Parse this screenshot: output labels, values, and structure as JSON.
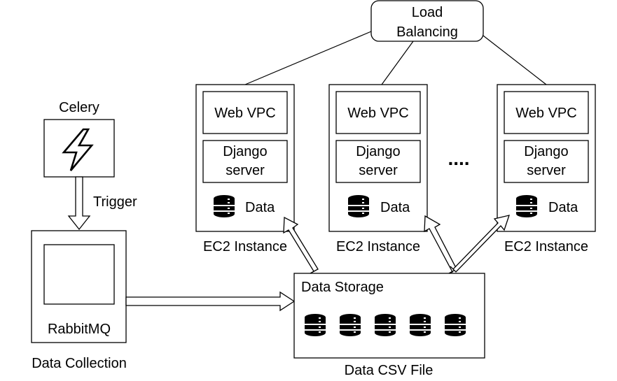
{
  "load_balancer": {
    "line1": "Load",
    "line2": "Balancing"
  },
  "instances": [
    {
      "vpc": "Web VPC",
      "server_line1": "Django",
      "server_line2": "server",
      "data": "Data",
      "caption": "EC2 Instance"
    },
    {
      "vpc": "Web VPC",
      "server_line1": "Django",
      "server_line2": "server",
      "data": "Data",
      "caption": "EC2 Instance"
    },
    {
      "vpc": "Web VPC",
      "server_line1": "Django",
      "server_line2": "server",
      "data": "Data",
      "caption": "EC2 Instance"
    }
  ],
  "ellipsis": "....",
  "celery": {
    "label": "Celery",
    "icon": "lightning-bolt-icon"
  },
  "trigger_label": "Trigger",
  "rabbitmq": {
    "label": "RabbitMQ"
  },
  "data_collection_caption": "Data Collection",
  "data_storage": {
    "title": "Data Storage",
    "caption": "Data CSV File",
    "icon": "database-icon",
    "icon_count": 5
  },
  "colors": {
    "stroke": "#000000",
    "fill": "#ffffff"
  }
}
